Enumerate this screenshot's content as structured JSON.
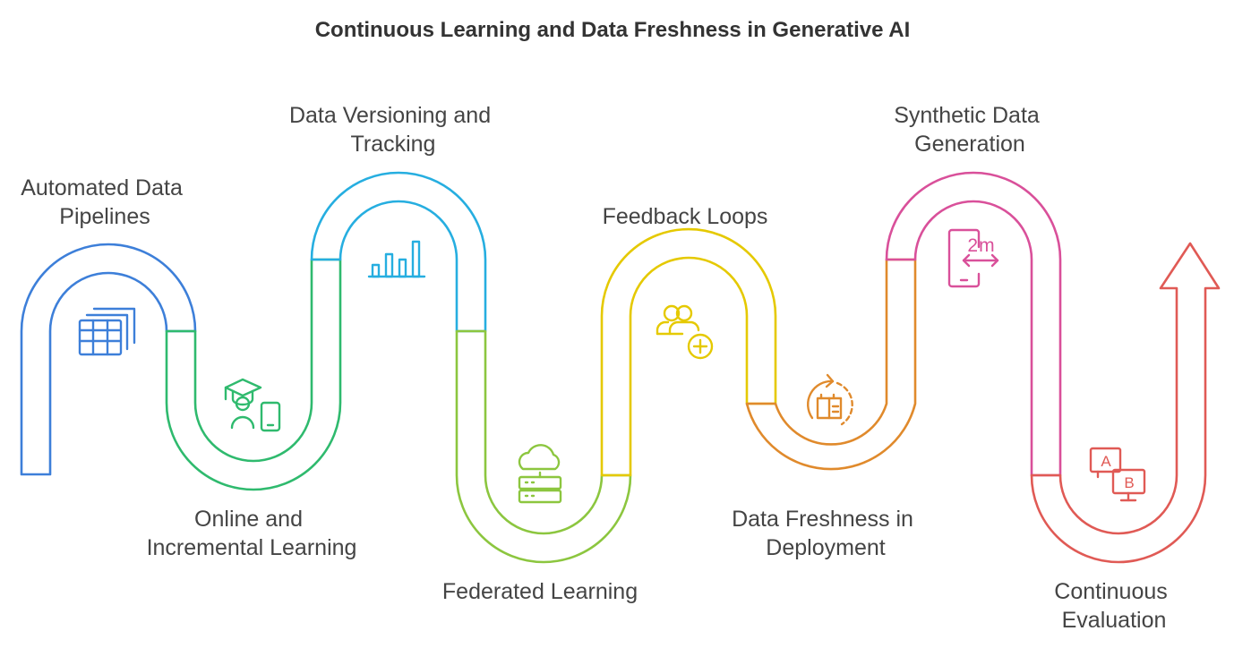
{
  "title": "Continuous Learning and Data Freshness in Generative AI",
  "steps": [
    {
      "label_lines": [
        "Automated Data",
        "Pipelines"
      ],
      "icon": "data-table-icon",
      "color": "#3d7fd9"
    },
    {
      "label_lines": [
        "Online and",
        "Incremental Learning"
      ],
      "icon": "graduate-with-device-icon",
      "color": "#2fba6e"
    },
    {
      "label_lines": [
        "Data Versioning and",
        "Tracking"
      ],
      "icon": "bar-chart-icon",
      "color": "#26aee0"
    },
    {
      "label_lines": [
        "Federated Learning"
      ],
      "icon": "cloud-server-icon",
      "color": "#8cc63f"
    },
    {
      "label_lines": [
        "Feedback Loops"
      ],
      "icon": "add-users-icon",
      "color": "#e5c900"
    },
    {
      "label_lines": [
        "Data Freshness in",
        "Deployment"
      ],
      "icon": "refresh-data-icon",
      "color": "#e08a2c"
    },
    {
      "label_lines": [
        "Synthetic Data",
        "Generation"
      ],
      "icon": "mobile-timer-icon",
      "color": "#d9509a"
    },
    {
      "label_lines": [
        "Continuous",
        "Evaluation"
      ],
      "icon": "ab-test-icon",
      "color": "#e05a55"
    }
  ],
  "icon_texts": {
    "timer": "2m",
    "variant_a": "A",
    "variant_b": "B"
  }
}
